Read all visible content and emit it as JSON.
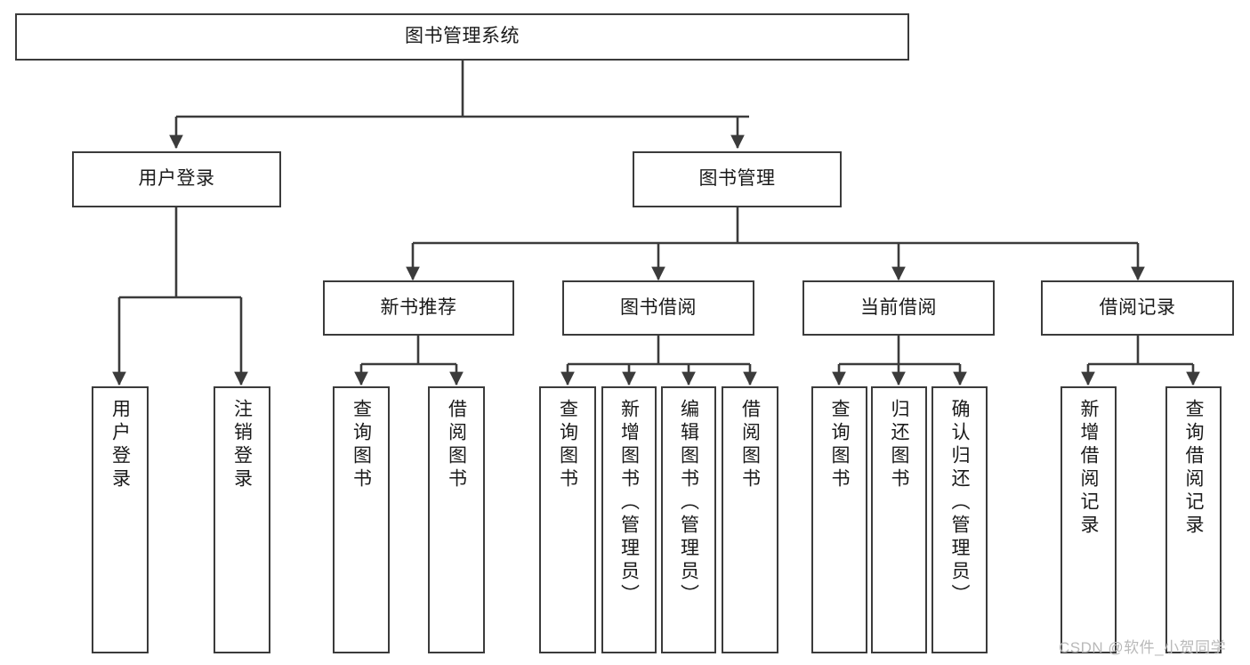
{
  "diagram": {
    "title": "图书管理系统",
    "type": "tree-hierarchy-chart",
    "watermark": "CSDN @软件_小贺同学",
    "colors": {
      "box_border": "#3b3b3b",
      "box_fill": "#ffffff",
      "edge": "#3b3b3b",
      "text": "#1a1a1a",
      "watermark": "#b9b9b9"
    },
    "root": {
      "label": "图书管理系统"
    },
    "level2": [
      {
        "label": "用户登录"
      },
      {
        "label": "图书管理"
      }
    ],
    "level3": [
      {
        "label": "新书推荐"
      },
      {
        "label": "图书借阅"
      },
      {
        "label": "当前借阅"
      },
      {
        "label": "借阅记录"
      }
    ],
    "leaves": {
      "user_login": [
        {
          "label": "用户登录"
        },
        {
          "label": "注销登录"
        }
      ],
      "new_book_recommend": [
        {
          "label": "查询图书"
        },
        {
          "label": "借阅图书"
        }
      ],
      "book_borrow": [
        {
          "label": "查询图书"
        },
        {
          "label": "新增图书（管理员）"
        },
        {
          "label": "编辑图书（管理员）"
        },
        {
          "label": "借阅图书"
        }
      ],
      "current_borrow": [
        {
          "label": "查询图书"
        },
        {
          "label": "归还图书"
        },
        {
          "label": "确认归还（管理员）"
        }
      ],
      "borrow_records": [
        {
          "label": "新增借阅记录"
        },
        {
          "label": "查询借阅记录"
        }
      ]
    }
  }
}
